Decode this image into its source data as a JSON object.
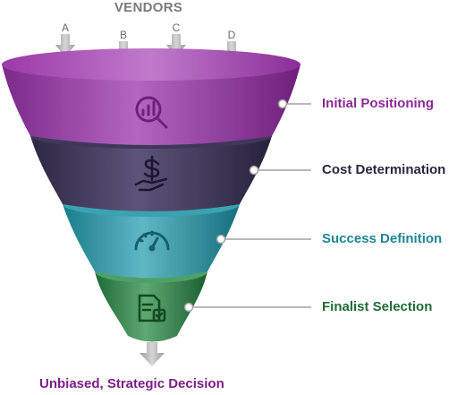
{
  "header": {
    "title": "VENDORS"
  },
  "vendors": [
    "A",
    "B",
    "C",
    "D"
  ],
  "stages": [
    {
      "label": "Initial Positioning",
      "icon": "analytics-search-icon",
      "color": "#8a2a96"
    },
    {
      "label": "Cost Determination",
      "icon": "dollar-hand-icon",
      "color": "#2b2640"
    },
    {
      "label": "Success Definition",
      "icon": "speedometer-icon",
      "color": "#1f8596"
    },
    {
      "label": "Finalist Selection",
      "icon": "document-check-icon",
      "color": "#1f6b34"
    }
  ],
  "result": {
    "label": "Unbiased, Strategic Decision",
    "color": "#7a1f86"
  }
}
